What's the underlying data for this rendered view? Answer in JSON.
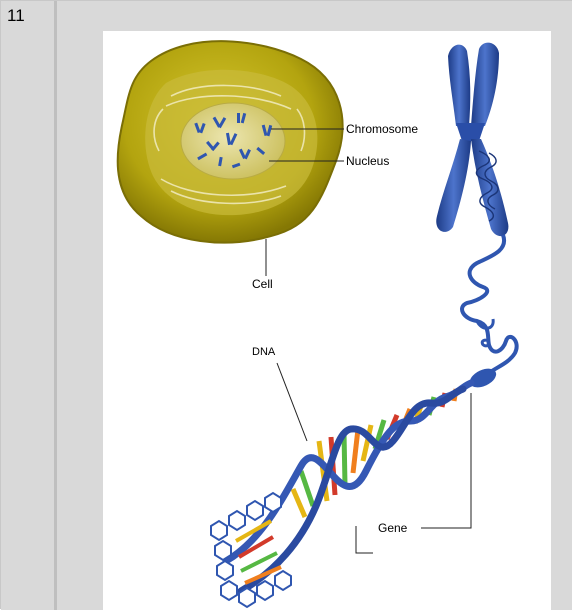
{
  "row_number": "11",
  "labels": {
    "chromosome": "Chromosome",
    "nucleus": "Nucleus",
    "cell": "Cell",
    "dna": "DNA",
    "gene": "Gene"
  },
  "colors": {
    "cell_body": "#b8a912",
    "cell_dark": "#8a7d06",
    "nucleus": "#d8cf7a",
    "chromosome": "#2f56b0",
    "chromosome_dark": "#1d3b86",
    "dna_backbone": "#3558b4"
  }
}
